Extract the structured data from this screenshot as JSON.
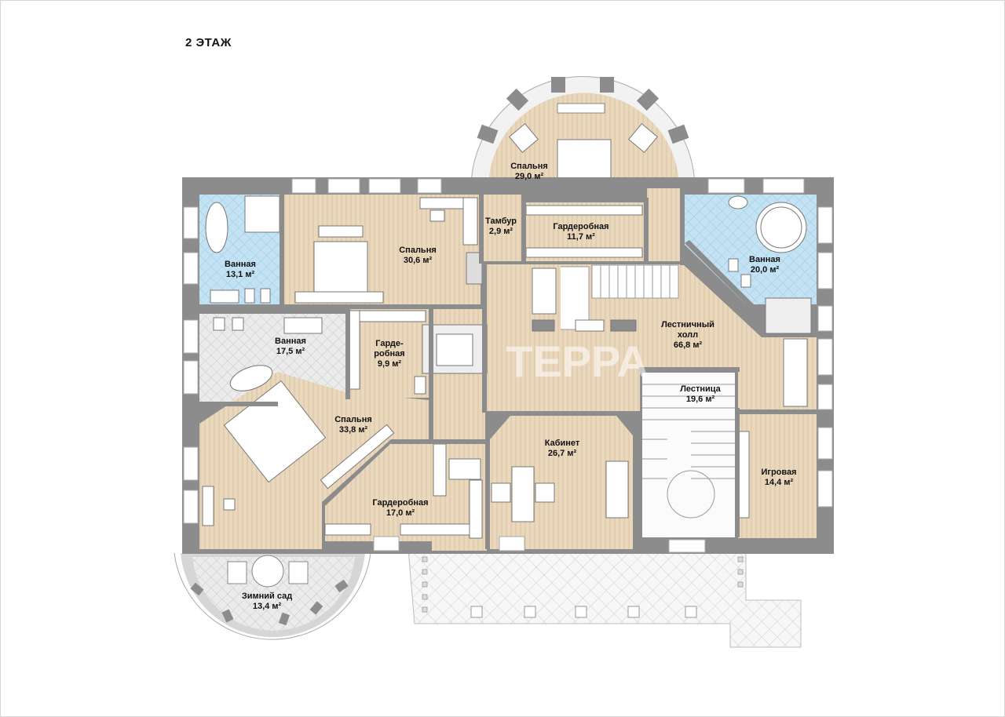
{
  "title": "2 ЭТАЖ",
  "watermark": "ТЕРРА",
  "colors": {
    "wall": "#8c8c8c",
    "wood": "#e9d7bd",
    "tile_blue": "#bfe0f2",
    "tile_grey": "#e6e6e6",
    "terrace": "#f3f3f3"
  },
  "rooms": {
    "bedroom_round": {
      "name": "Спальня",
      "area": "29,0 м²"
    },
    "vestibule": {
      "name": "Тамбур",
      "area": "2,9 м²"
    },
    "wardrobe_top": {
      "name": "Гардеробная",
      "area": "11,7 м²"
    },
    "bath_left": {
      "name": "Ванная",
      "area": "13,1 м²"
    },
    "bedroom_top": {
      "name": "Спальня",
      "area": "30,6 м²"
    },
    "bath_right": {
      "name": "Ванная",
      "area": "20,0 м²"
    },
    "stair_hall": {
      "name1": "Лестничный",
      "name2": "холл",
      "area": "66,8 м²"
    },
    "bath_mid": {
      "name": "Ванная",
      "area": "17,5 м²"
    },
    "wardrobe_small": {
      "name1": "Гарде-",
      "name2": "робная",
      "area": "9,9 м²"
    },
    "stairs": {
      "name": "Лестница",
      "area": "19,6 м²"
    },
    "bedroom_big": {
      "name": "Спальня",
      "area": "33,8 м²"
    },
    "office": {
      "name": "Кабинет",
      "area": "26,7 м²"
    },
    "playroom": {
      "name": "Игровая",
      "area": "14,4 м²"
    },
    "wardrobe_bottom": {
      "name": "Гардеробная",
      "area": "17,0 м²"
    },
    "winter_garden": {
      "name": "Зимний сад",
      "area": "13,4 м²"
    }
  }
}
